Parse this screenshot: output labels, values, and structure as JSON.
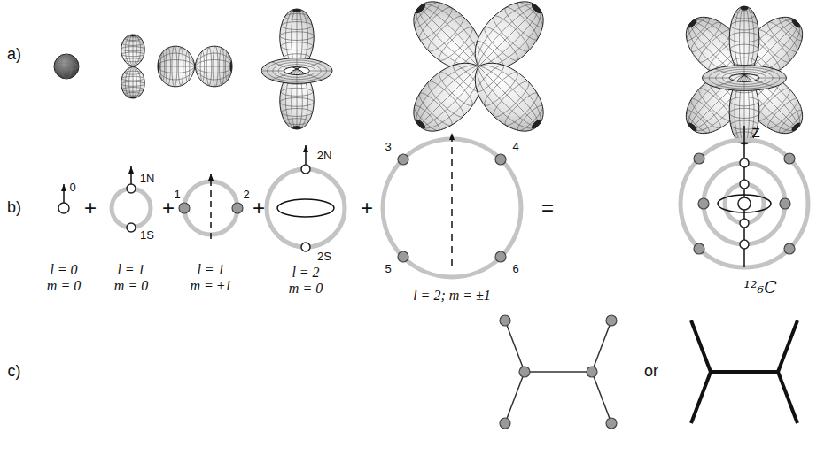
{
  "diagram": {
    "labels": [
      "a)",
      "b)",
      "0",
      "+",
      "1N",
      "1S",
      "+",
      "1",
      "2",
      "+",
      "2N",
      "2S",
      "+",
      "3",
      "4",
      "5",
      "6",
      "=",
      "Z",
      "¹²₆C",
      "l = 0",
      "m = 0",
      "l = 1",
      "m = 0",
      "l = 1",
      "m = ±1",
      "l = 2",
      "m = 0",
      "l = 2; m = ±1",
      "c)",
      "or"
    ]
  }
}
